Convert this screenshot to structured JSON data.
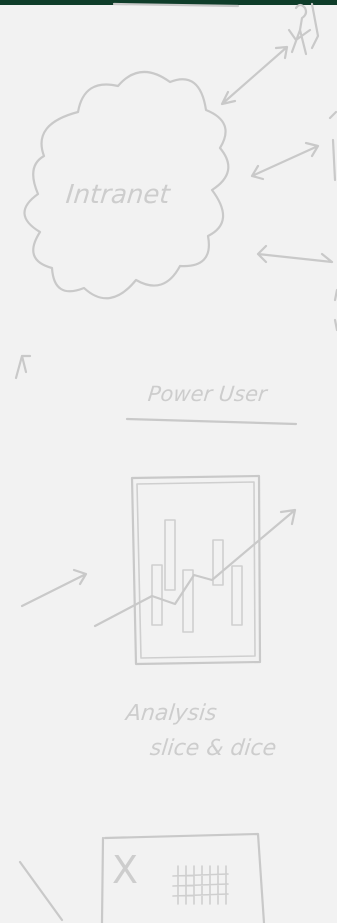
{
  "colors": {
    "background": "#f2f2f2",
    "sketch": "#c9c9c9",
    "top_bar": "#0f3d2a"
  },
  "sketch": {
    "cloud_label": "Intranet",
    "power_user_label": "Power User",
    "analysis_label": "Analysis",
    "slice_dice_label": "slice & dice",
    "excel_letter": "X"
  }
}
